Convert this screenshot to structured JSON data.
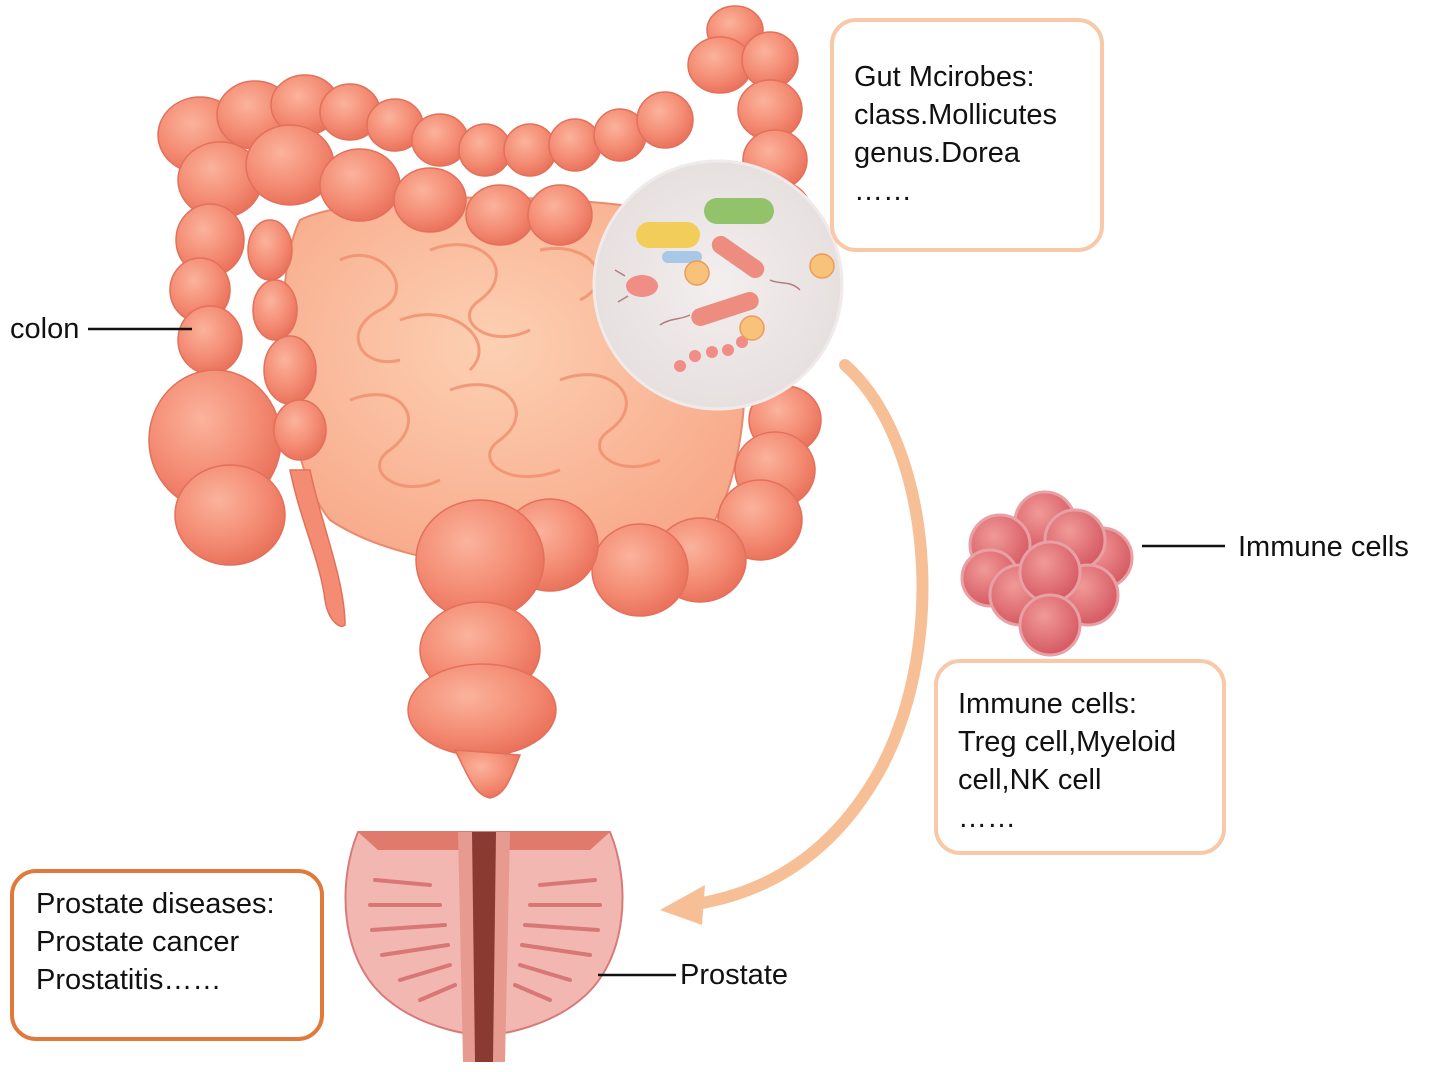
{
  "labels": {
    "colon": "colon",
    "immune_cells": "Immune cells",
    "prostate": "Prostate"
  },
  "gut_box": {
    "title": "Gut Mcirobes:",
    "lines": [
      "class.Mollicutes",
      "genus.Dorea",
      "……"
    ]
  },
  "immune_box": {
    "title": "Immune cells:",
    "lines": [
      "Treg cell,Myeloid",
      "cell,NK cell",
      "……"
    ]
  },
  "prostate_box": {
    "title": "Prostate diseases:",
    "lines": [
      "Prostate cancer",
      "Prostatitis……"
    ]
  },
  "colors": {
    "intestine": "#f2866f",
    "intestine_light": "#f9b396",
    "arrow": "#f6bf96",
    "gut_box_border": "#f7c9a8",
    "prostate_box_border": "#e07a3a",
    "cells": "#d9606a"
  }
}
